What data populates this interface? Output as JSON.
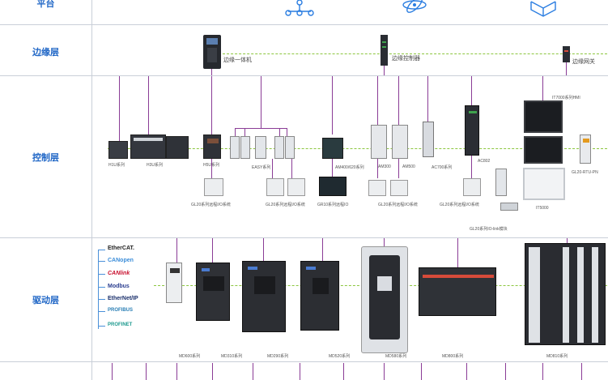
{
  "layers": {
    "platform": "平台",
    "edge": "边缘层",
    "control": "控制层",
    "drive": "驱动层"
  },
  "edge": {
    "box": "边缘一体机",
    "controller": "边缘控制器",
    "gateway": "边缘网关"
  },
  "control": {
    "h1u": "H1U系列",
    "h3u": "H3U系列",
    "h5u": "H5U系列",
    "easy": "EASY系列",
    "am400": "AM400/620系列",
    "am300": "AM300",
    "am500": "AM500",
    "ac700": "AC700系列",
    "ac802": "AC802",
    "hmi": "IT7000系列HMI",
    "it5000": "IT5000",
    "gl20rtu": "GL20-RTU-PN",
    "gl20_a": "GL20系列远程I/O系统",
    "gl20_b": "GL20系列远程I/O系统",
    "gr10": "GR10系列远程IO",
    "gl20_c": "GL20系列远程I/O系统",
    "gl20_d": "GL20系列远程I/O系统",
    "gl20_link": "GL20系列IO-link模块"
  },
  "drive": {
    "protocols": [
      "EtherCAT.",
      "CANopen",
      "CANlink",
      "Modbus",
      "EtherNet/IP",
      "PROFIBUS",
      "PROFINET"
    ],
    "md600": "MD600系列",
    "md310": "MD310系列",
    "md290": "MD290系列",
    "md520": "MD520系列",
    "md580": "MD580系列",
    "md800": "MD800系列",
    "md810": "MD810系列"
  },
  "colors": {
    "layer_label": "#1f66c6",
    "bus_line": "#8a3c96",
    "network_dash": "#8cc63f",
    "divider": "#c9cfd8"
  }
}
